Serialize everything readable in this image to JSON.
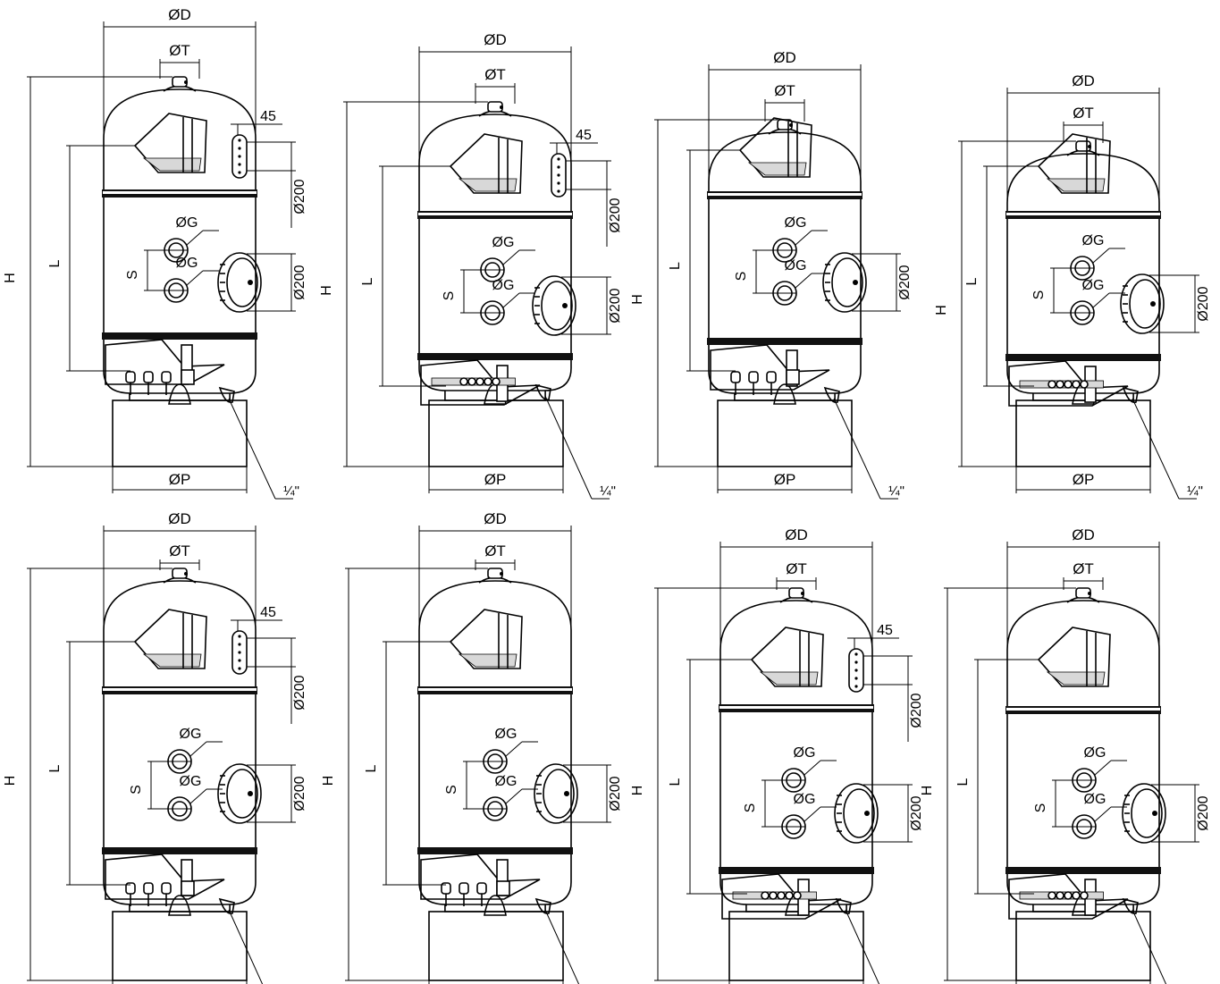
{
  "labels": {
    "diameter": "ØD",
    "top_port": "ØT",
    "height": "H",
    "length": "L",
    "side_port": "ØG",
    "spacing": "S",
    "manhole": "Ø200",
    "angle": "45",
    "base": "ØP",
    "drain": "¼\""
  },
  "filters": [
    {
      "side_window": true,
      "drain_type": "laterals"
    },
    {
      "side_window": true,
      "drain_type": "collector"
    },
    {
      "side_window": false,
      "drain_type": "laterals"
    },
    {
      "side_window": false,
      "drain_type": "collector"
    },
    {
      "side_window": true,
      "drain_type": "laterals"
    },
    {
      "side_window": false,
      "drain_type": "laterals"
    },
    {
      "side_window": true,
      "drain_type": "collector"
    },
    {
      "side_window": false,
      "drain_type": "collector"
    }
  ]
}
